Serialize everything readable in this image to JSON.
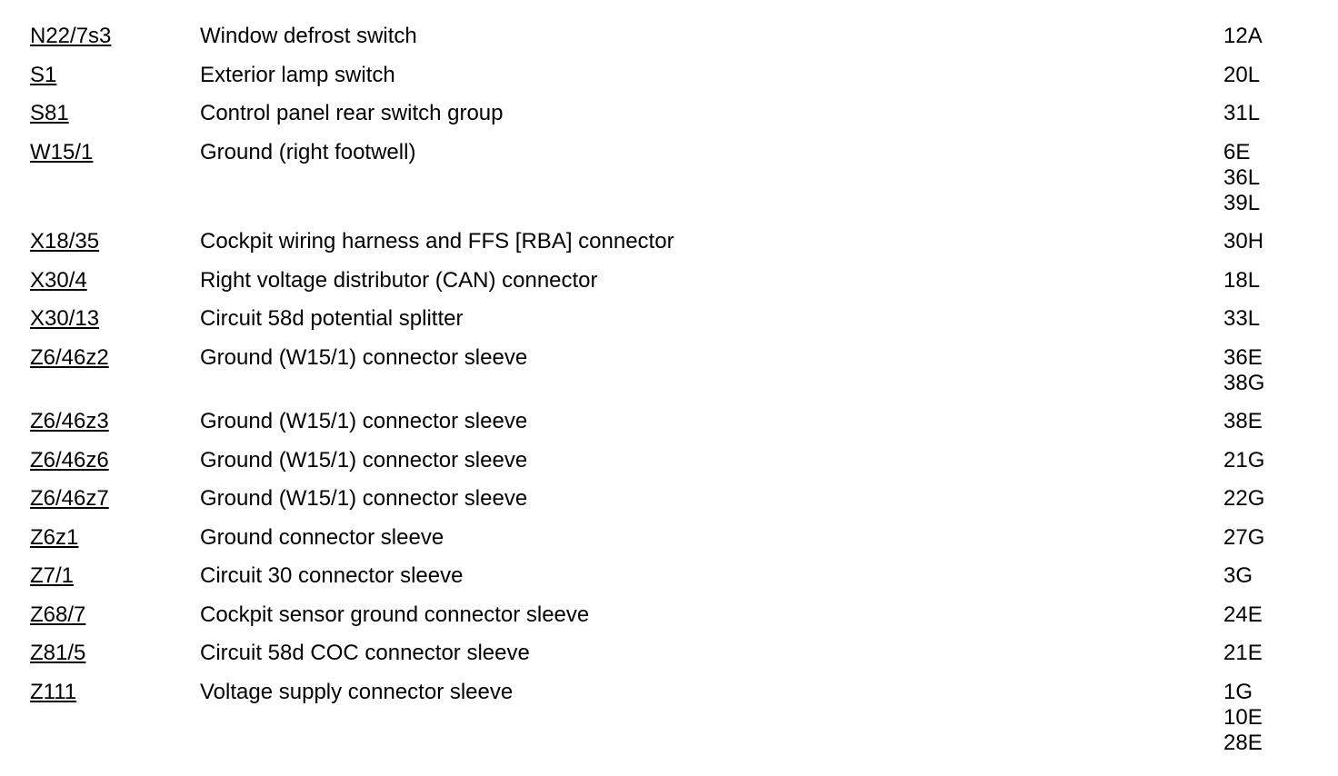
{
  "legend": {
    "rows": [
      {
        "code": "N22/7s3",
        "description": "Window defrost switch",
        "locations": [
          "12A"
        ]
      },
      {
        "code": "S1",
        "description": "Exterior lamp switch",
        "locations": [
          "20L"
        ]
      },
      {
        "code": "S81",
        "description": "Control panel rear switch group",
        "locations": [
          "31L"
        ]
      },
      {
        "code": "W15/1",
        "description": "Ground (right footwell)",
        "locations": [
          "6E",
          "36L",
          "39L"
        ]
      },
      {
        "code": "X18/35",
        "description": "Cockpit wiring harness and FFS [RBA] connector",
        "locations": [
          "30H"
        ]
      },
      {
        "code": "X30/4",
        "description": "Right voltage distributor (CAN) connector",
        "locations": [
          "18L"
        ]
      },
      {
        "code": "X30/13",
        "description": "Circuit 58d potential splitter",
        "locations": [
          "33L"
        ]
      },
      {
        "code": "Z6/46z2",
        "description": "Ground (W15/1) connector sleeve",
        "locations": [
          "36E",
          "38G"
        ]
      },
      {
        "code": "Z6/46z3",
        "description": "Ground (W15/1) connector sleeve",
        "locations": [
          "38E"
        ]
      },
      {
        "code": "Z6/46z6",
        "description": "Ground (W15/1) connector sleeve",
        "locations": [
          "21G"
        ]
      },
      {
        "code": "Z6/46z7",
        "description": "Ground (W15/1) connector sleeve",
        "locations": [
          "22G"
        ]
      },
      {
        "code": "Z6z1",
        "description": "Ground connector sleeve",
        "locations": [
          "27G"
        ]
      },
      {
        "code": "Z7/1",
        "description": "Circuit 30 connector sleeve",
        "locations": [
          "3G"
        ]
      },
      {
        "code": "Z68/7",
        "description": "Cockpit sensor ground connector sleeve",
        "locations": [
          "24E"
        ]
      },
      {
        "code": "Z81/5",
        "description": "Circuit 58d COC connector sleeve",
        "locations": [
          "21E"
        ]
      },
      {
        "code": "Z111",
        "description": "Voltage supply connector sleeve",
        "locations": [
          "1G",
          "10E",
          "28E"
        ]
      }
    ]
  }
}
